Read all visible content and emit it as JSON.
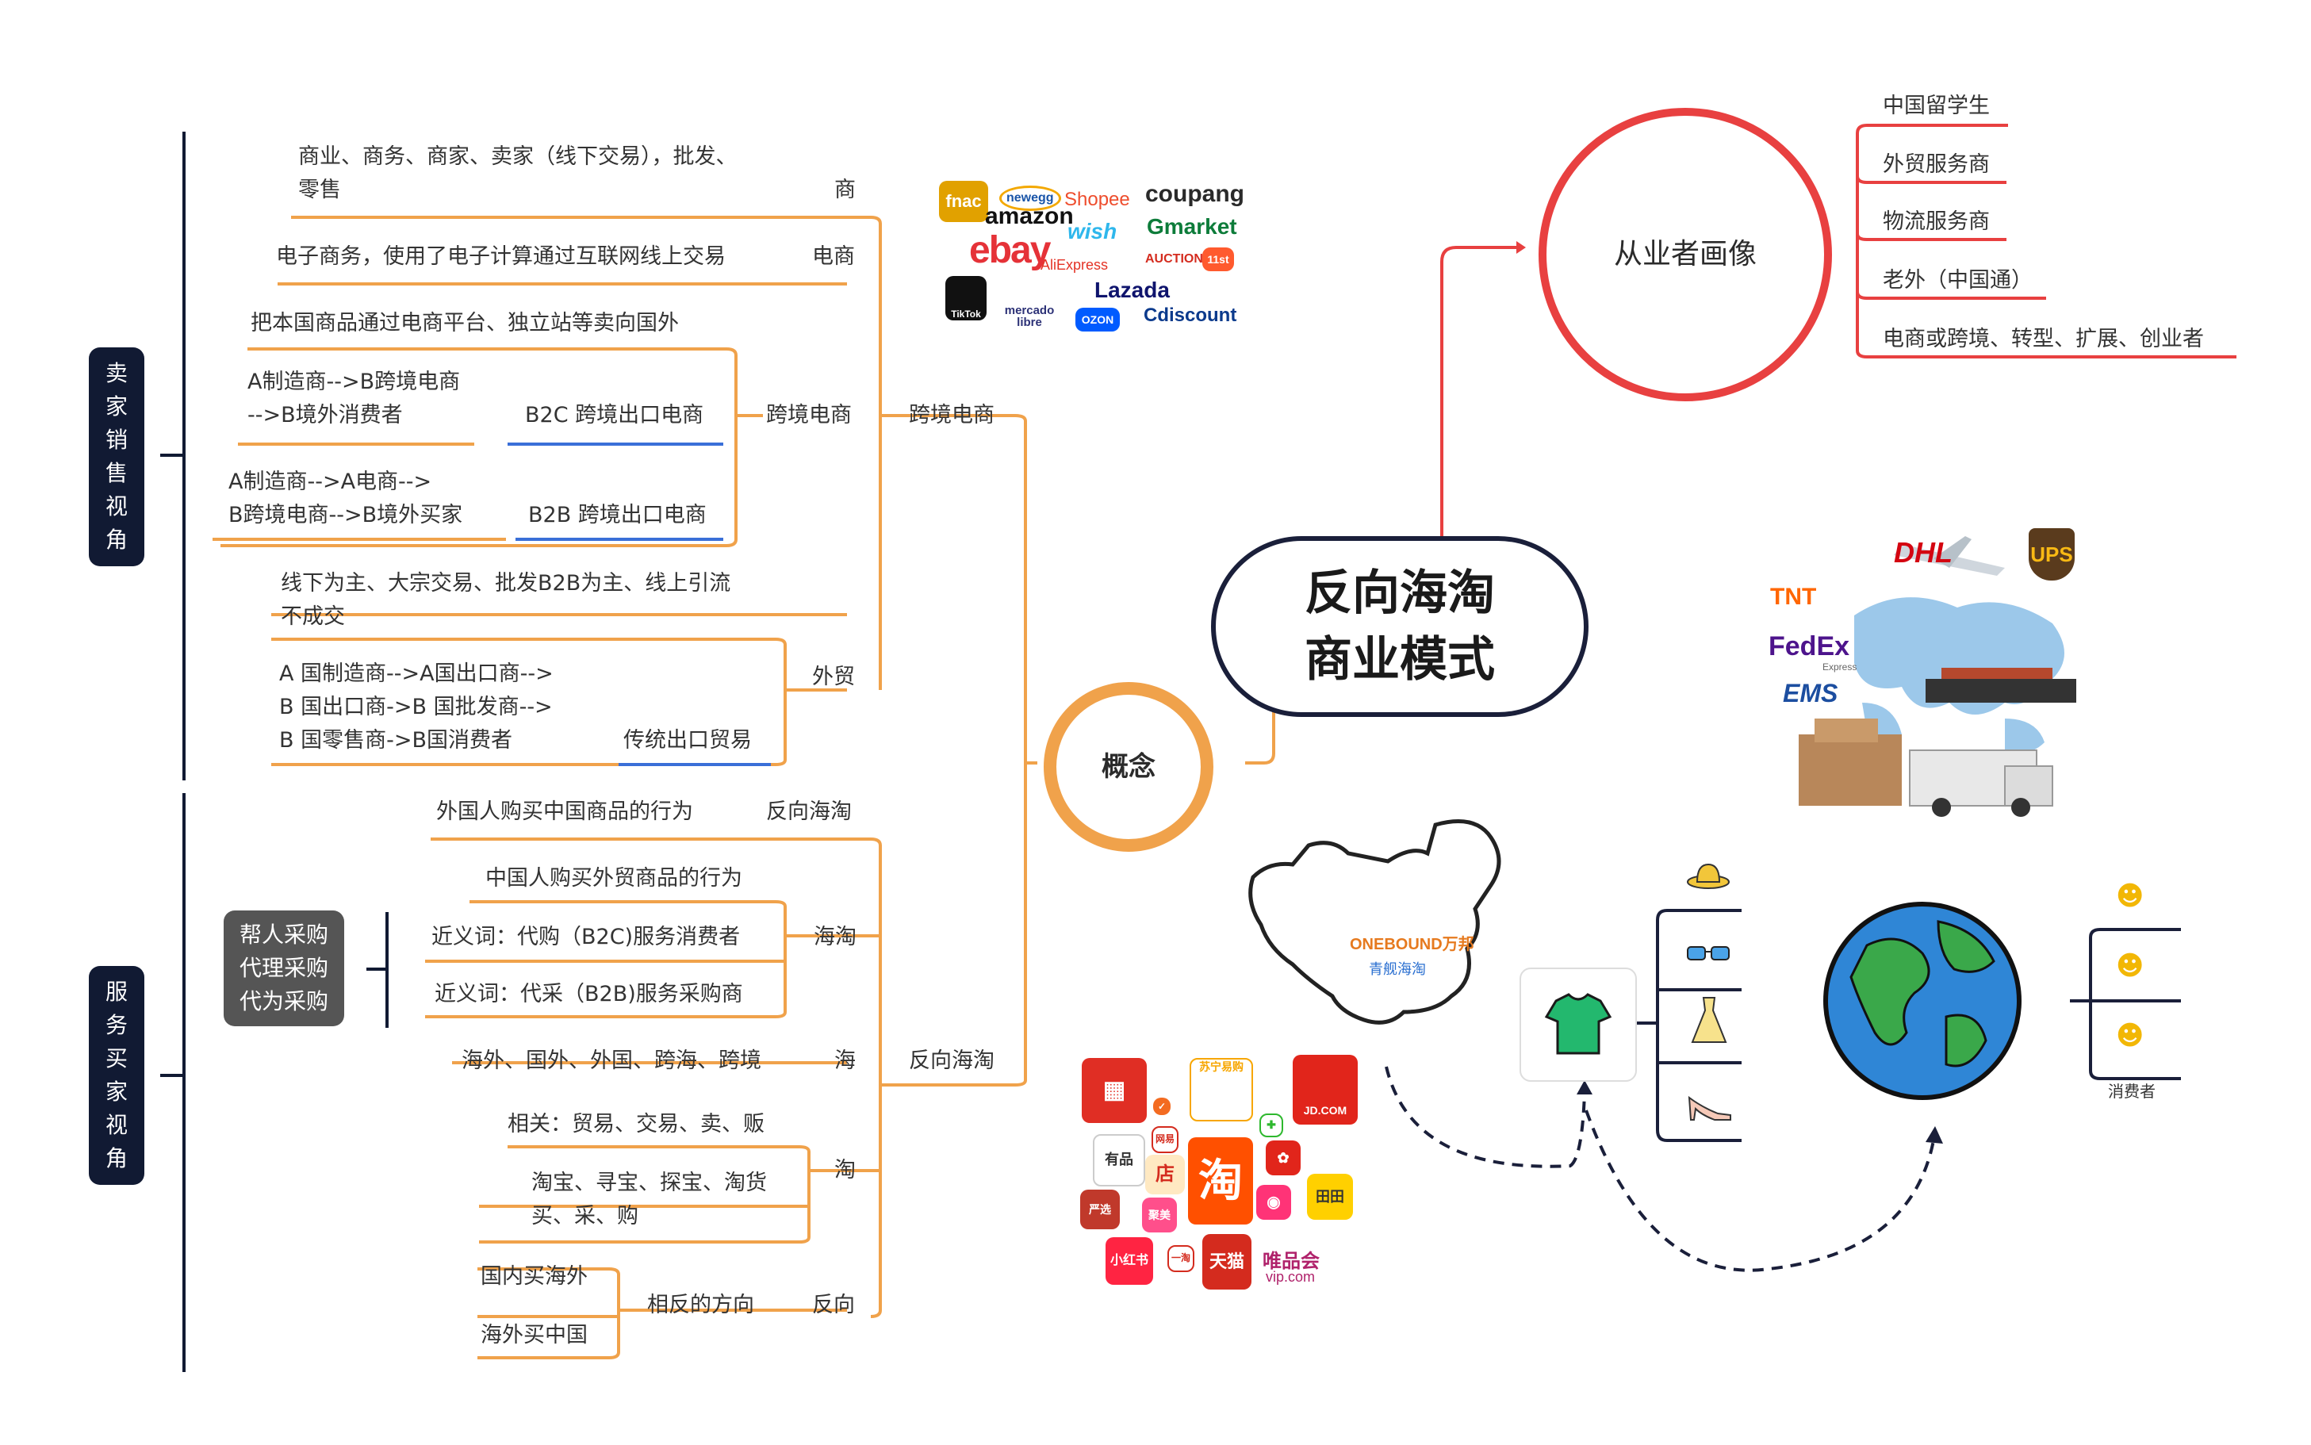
{
  "center": {
    "line1": "反向海淘",
    "line2": "商业模式"
  },
  "concept": "概念",
  "practitioner": {
    "title": "从业者画像",
    "items": [
      "中国留学生",
      "外贸服务商",
      "物流服务商",
      "老外（中国通）",
      "电商或跨境、转型、扩展、创业者"
    ]
  },
  "seller_view": {
    "label": [
      "卖",
      "家",
      "销",
      "售",
      "视",
      "角"
    ],
    "shang_desc1": "商业、商务、商家、卖家（线下交易），批发、",
    "shang_desc2": "零售",
    "shang": "商",
    "ds_desc": "电子商务，使用了电子计算通过互联网线上交易",
    "ds": "电商",
    "kj_desc": "把本国商品通过电商平台、独立站等卖向国外",
    "b2c_flow1": "A制造商-->B跨境电商",
    "b2c_flow2": "-->B境外消费者",
    "b2c": "B2C 跨境出口电商",
    "b2b_flow1": "A制造商-->A电商-->",
    "b2b_flow2": "B跨境电商-->B境外买家",
    "b2b": "B2B 跨境出口电商",
    "kj": "跨境电商",
    "kj_main": "跨境电商",
    "wm_desc1": "线下为主、大宗交易、批发B2B为主、线上引流",
    "wm_desc2": "不成交",
    "ct_flow1": "A 国制造商-->A国出口商-->",
    "ct_flow2": "B 国出口商->B 国批发商-->",
    "ct_flow3": "B 国零售商->B国消费者",
    "ct": "传统出口贸易",
    "wm": "外贸"
  },
  "buyer_view": {
    "label": [
      "服",
      "务",
      "买",
      "家",
      "视",
      "角"
    ],
    "fx_desc": "外国人购买中国商品的行为",
    "fx": "反向海淘",
    "ht_desc": "中国人购买外贸商品的行为",
    "syn1": "近义词：代购（B2C)服务消费者",
    "syn2": "近义词：代采（B2B)服务采购商",
    "ht": "海淘",
    "help": [
      "帮人采购",
      "代理采购",
      "代为采购"
    ],
    "hai_desc": "海外、国外、外国、跨海、跨境",
    "hai": "海",
    "tao_rel": "相关：贸易、交易、卖、贩",
    "tao_ex1": "淘宝、寻宝、探宝、淘货",
    "tao_ex2": "买、采、购",
    "tao": "淘",
    "dir1": "国内买海外",
    "dir2": "海外买中国",
    "opposite": "相反的方向",
    "fanxiang": "反向",
    "fx_main": "反向海淘"
  },
  "logos": {
    "platforms": [
      "fnac",
      "newegg",
      "Shopee",
      "coupang",
      "amazon",
      "wish",
      "Gmarket",
      "ebay",
      "AliExpress",
      "AUCTION.",
      "11st",
      "TikTok",
      "mercado libre",
      "Lazada",
      "OZON",
      "Cdiscount"
    ],
    "logistics": [
      "DHL",
      "UPS",
      "TNT",
      "FedEx",
      "Express",
      "EMS"
    ],
    "china": [
      "ONEBOUND万邦",
      "青舰海淘"
    ],
    "cn_platforms": [
      "苏宁易购",
      "JD.COM",
      "天猫",
      "唯品会",
      "vip.com",
      "小红书",
      "淘",
      "店",
      "有品",
      "网易",
      "严选",
      "聚美",
      "田田",
      "一淘"
    ],
    "consumer": "消费者"
  },
  "colors": {
    "orange": "#f0a24b",
    "red": "#e84040",
    "navy": "#111a33",
    "blue_underline": "#3a6fd8"
  },
  "icons": [
    "hat-icon",
    "glasses-icon",
    "dress-icon",
    "high-heel-icon",
    "tshirt-icon",
    "globe-icon",
    "smiley-icon"
  ]
}
